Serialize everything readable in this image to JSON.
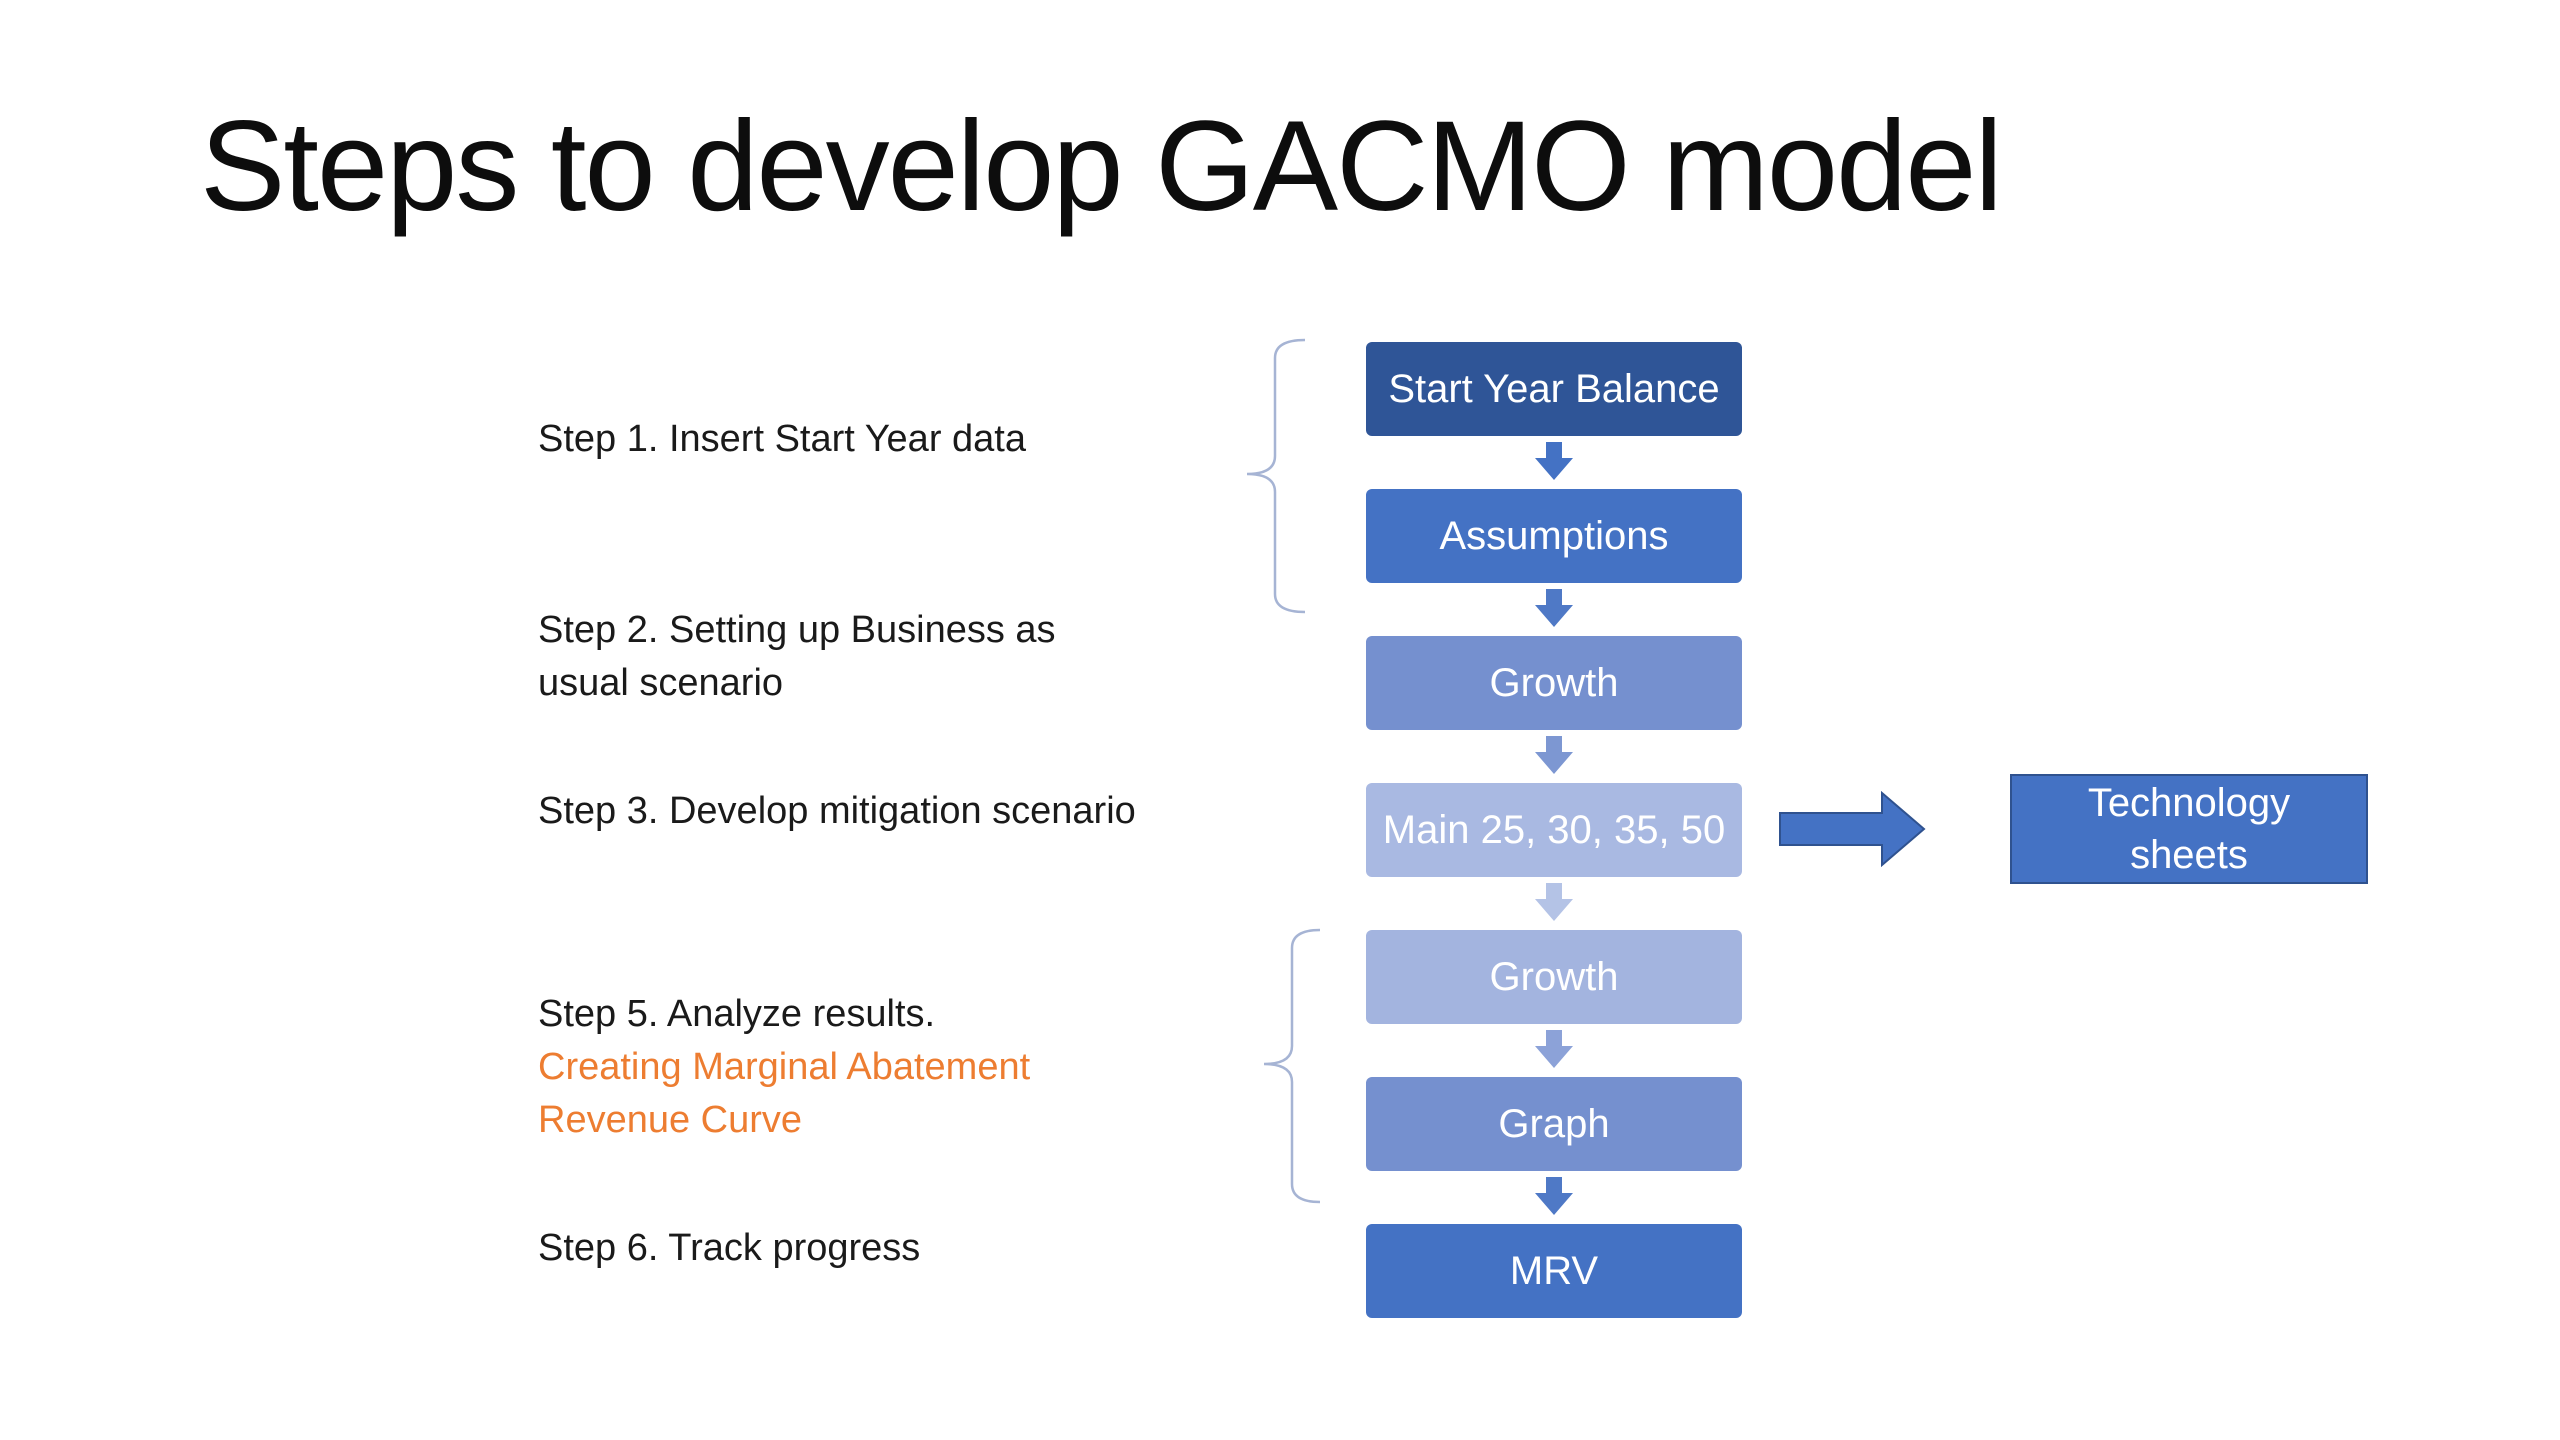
{
  "title": "Steps to develop GACMO model",
  "steps": {
    "step1": "Step 1. Insert Start Year data",
    "step2_line1": "Step 2. Setting up Business as",
    "step2_line2": "usual scenario",
    "step3": "Step 3. Develop mitigation scenario",
    "step5_line1": "Step 5. Analyze results.",
    "step5_accent_line1": "Creating Marginal Abatement",
    "step5_accent_line2": "Revenue Curve",
    "step6": "Step 6. Track progress"
  },
  "flow_boxes": [
    {
      "label": "Start Year Balance",
      "color": "#2f5597"
    },
    {
      "label": "Assumptions",
      "color": "#4472c4"
    },
    {
      "label": "Growth",
      "color": "#7590cf"
    },
    {
      "label": "Main 25, 30, 35, 50",
      "color": "#a9b9e2"
    },
    {
      "label": "Growth",
      "color": "#a3b4df"
    },
    {
      "label": "Graph",
      "color": "#7590cf"
    },
    {
      "label": "MRV",
      "color": "#4472c4"
    }
  ],
  "tech_box": {
    "label": "Technology sheets",
    "color": "#4472c4"
  },
  "colors": {
    "accent_orange": "#ed7d31",
    "brace_gray": "#a6b4d4",
    "arrow_blue": "#4472c4"
  }
}
